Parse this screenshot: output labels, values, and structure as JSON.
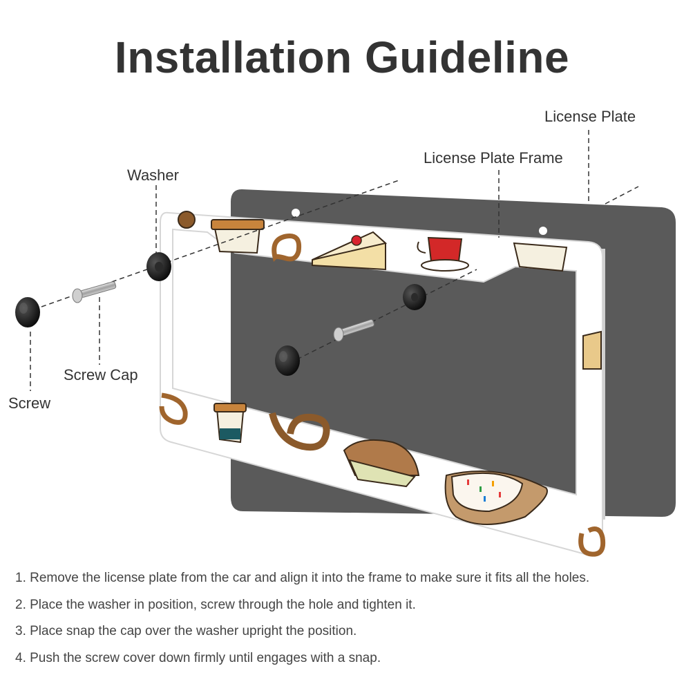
{
  "title": "Installation Guideline",
  "labels": {
    "license_plate": "License Plate",
    "license_plate_frame": "License Plate Frame",
    "washer": "Washer",
    "screw_cap": "Screw Cap",
    "screw": "Screw"
  },
  "steps": [
    "1. Remove the license plate from the car and align it into the frame to make sure it fits all the holes.",
    "2. Place the washer in position, screw through the hole and tighten it.",
    "3. Place snap the cap over the washer upright the position.",
    "4. Push the screw cover down firmly until engages with a snap."
  ],
  "colors": {
    "plate": "#5a5a5a",
    "frame": "#ffffff",
    "cap": "#1a1a1a",
    "text": "#333333",
    "brown": "#8b5a2b"
  }
}
